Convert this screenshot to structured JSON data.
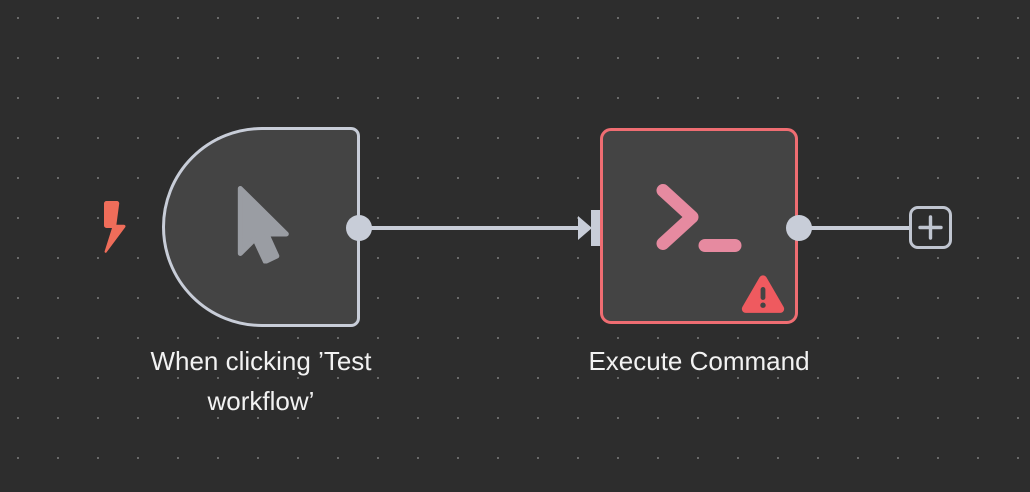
{
  "canvas": {
    "background_color": "#2d2d2d",
    "grid_dot_color": "#6a6a6a",
    "grid_spacing": "40px"
  },
  "nodes": [
    {
      "id": "trigger",
      "label": "When clicking ’Test\nworkflow’",
      "type": "manual-trigger",
      "icon": "cursor-pointer-icon",
      "icon_color": "#9a9da3",
      "body_color": "#444444",
      "border_color": "#c8cdd8",
      "badge_icon": "lightning-bolt-icon",
      "badge_color": "#ef6d5a",
      "has_error": false
    },
    {
      "id": "execute-command",
      "label": "Execute Command",
      "type": "execute-command",
      "icon": "terminal-prompt-icon",
      "icon_color": "#e68aa0",
      "body_color": "#444444",
      "border_color": "#ef6d72",
      "has_error": true,
      "error_icon": "warning-triangle-icon",
      "error_color": "#ef5a5f"
    }
  ],
  "connections": [
    {
      "id": "trigger-to-execute-command",
      "from": "trigger",
      "to": "execute-command",
      "color": "#c8cdd8"
    },
    {
      "id": "execute-command-to-add",
      "from": "execute-command",
      "to": "add-node-button",
      "color": "#c8cdd8"
    }
  ],
  "add_node_button": {
    "icon": "plus-icon",
    "label": "+",
    "border_color": "#c0c5d0"
  }
}
